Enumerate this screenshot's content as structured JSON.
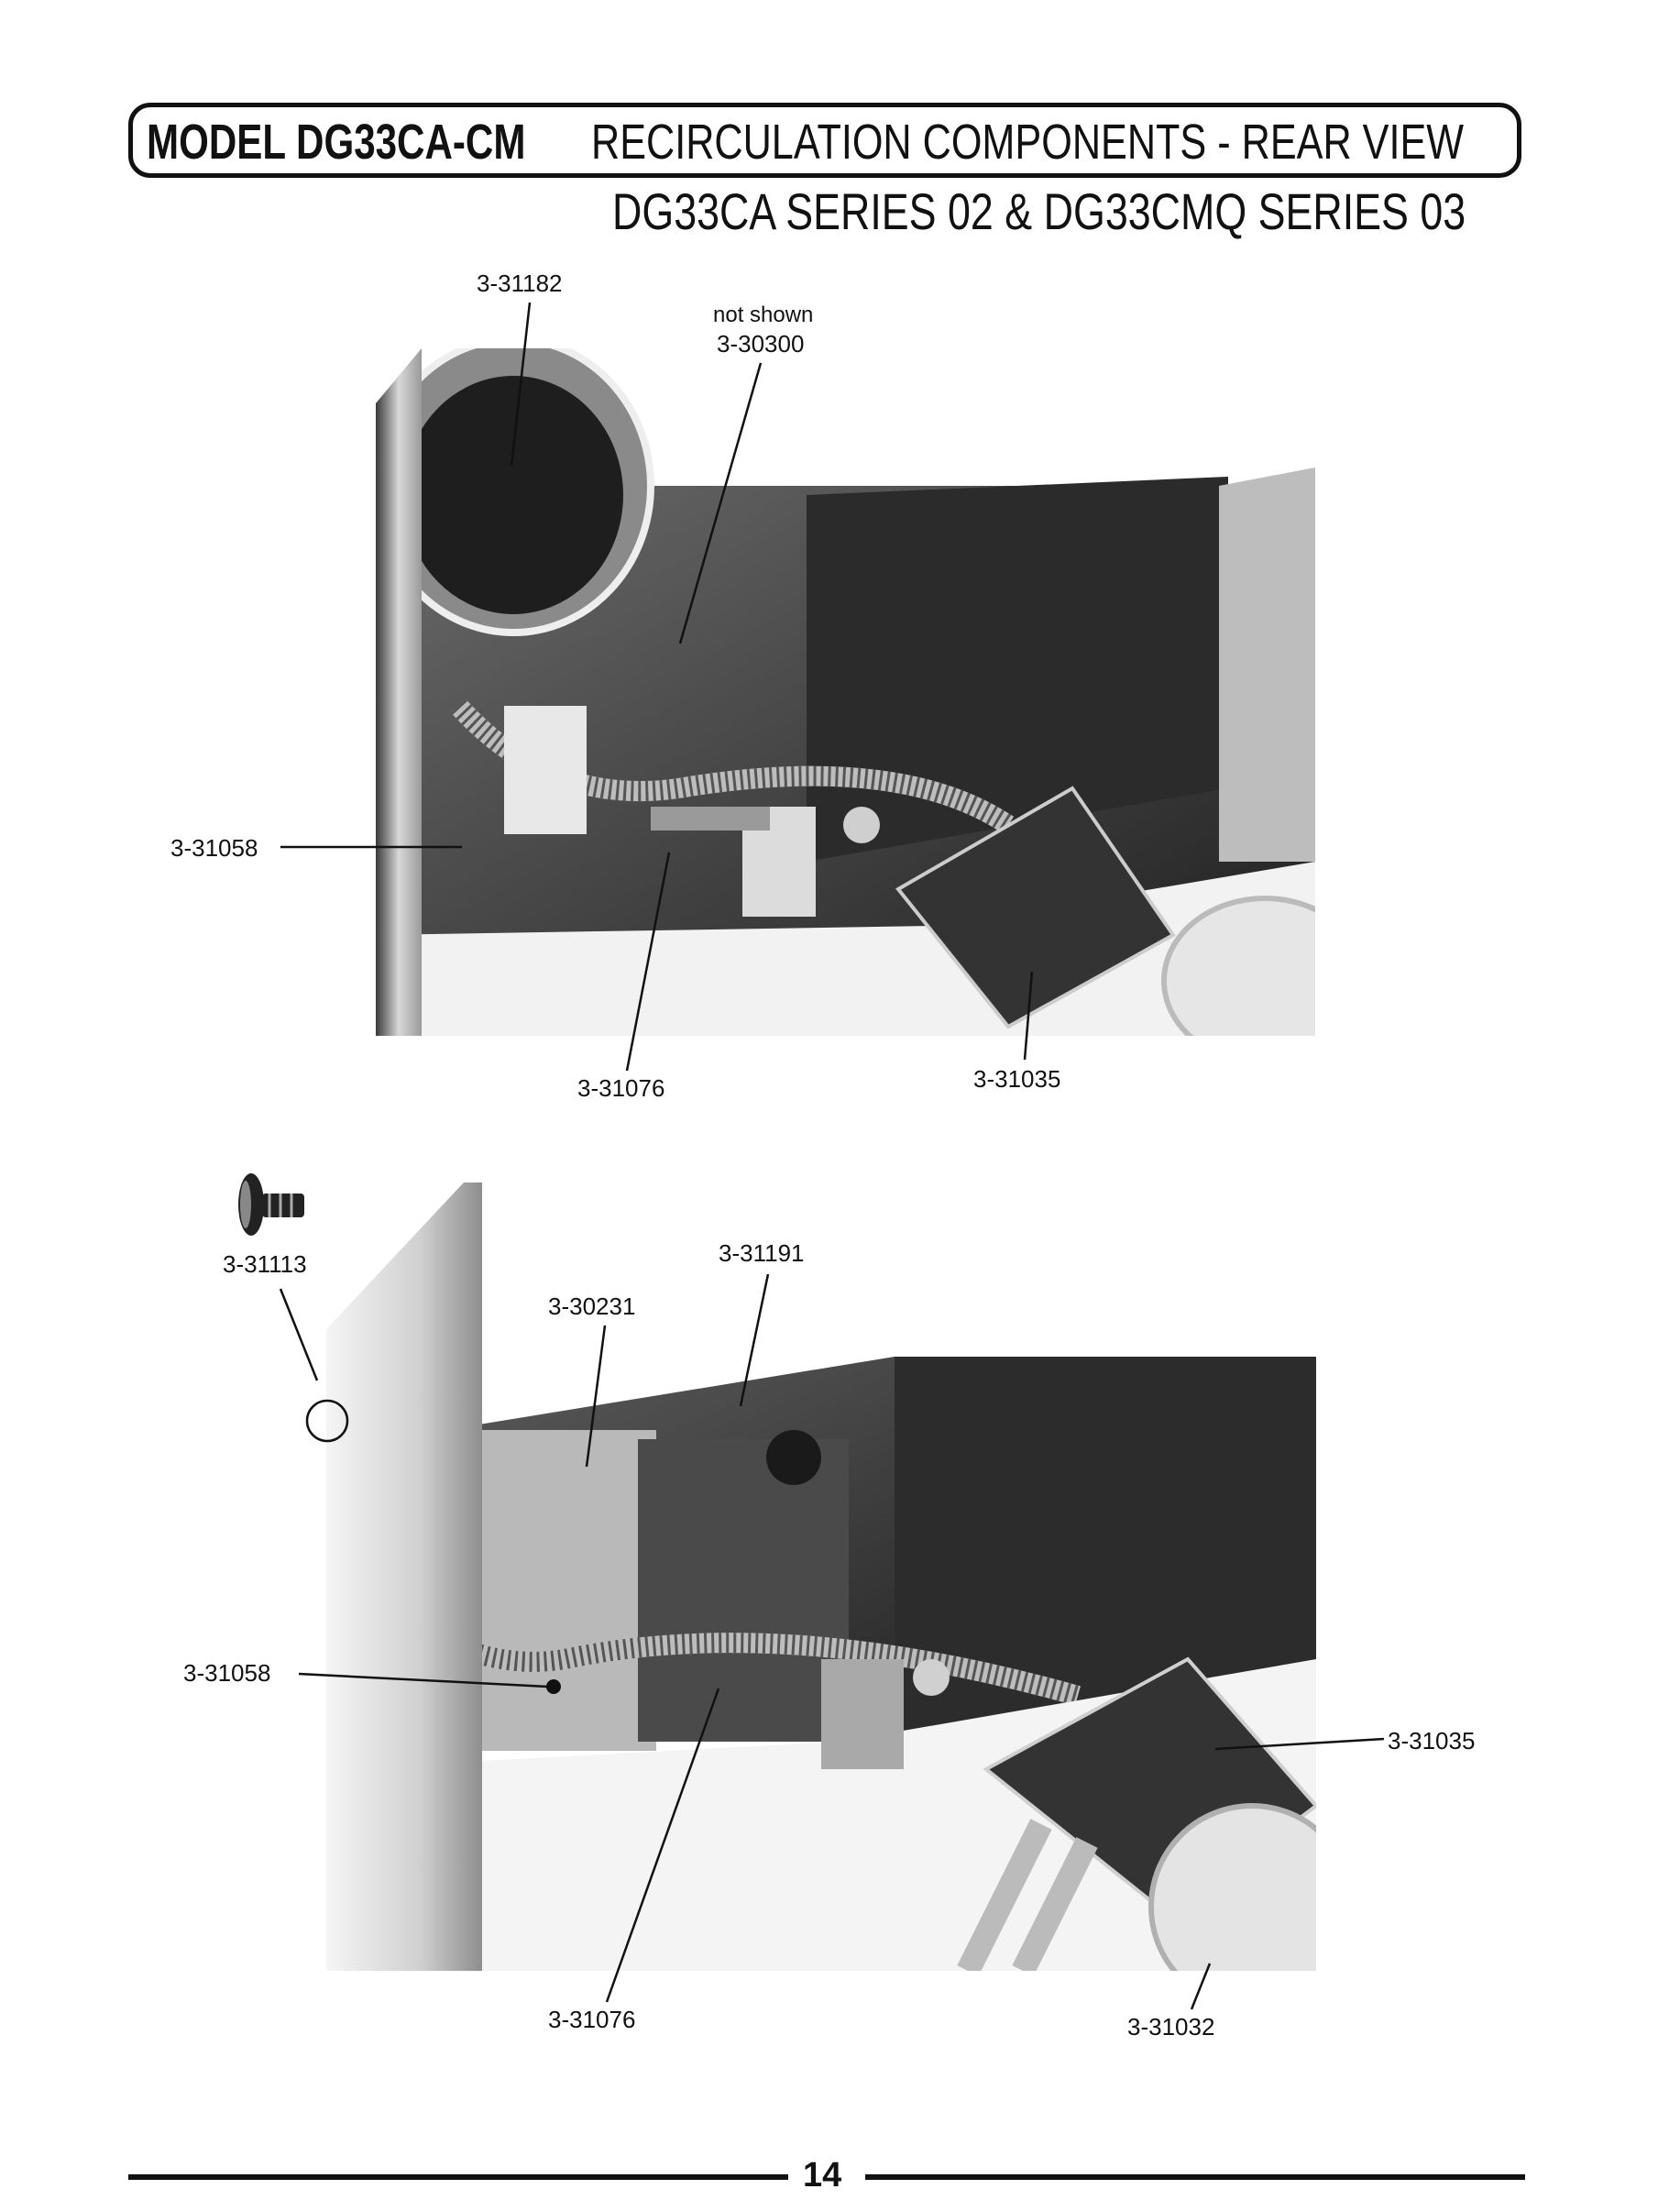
{
  "header": {
    "model": "MODEL DG33CA-CM",
    "description": "RECIRCULATION COMPONENTS - REAR VIEW",
    "subtitle": "DG33CA SERIES 02 & DG33CMQ SERIES 03"
  },
  "figure_top": {
    "callouts": {
      "c1": "3-31182",
      "c2_note": "not shown",
      "c2": "3-30300",
      "c3": "3-31058",
      "c4": "3-31076",
      "c5": "3-31035"
    }
  },
  "figure_bottom": {
    "callouts": {
      "c1": "3-31113",
      "c2": "3-31191",
      "c3": "3-30231",
      "c4": "3-31058",
      "c5": "3-31035",
      "c6": "3-31076",
      "c7": "3-31032"
    }
  },
  "footer": {
    "page_number": "14"
  }
}
